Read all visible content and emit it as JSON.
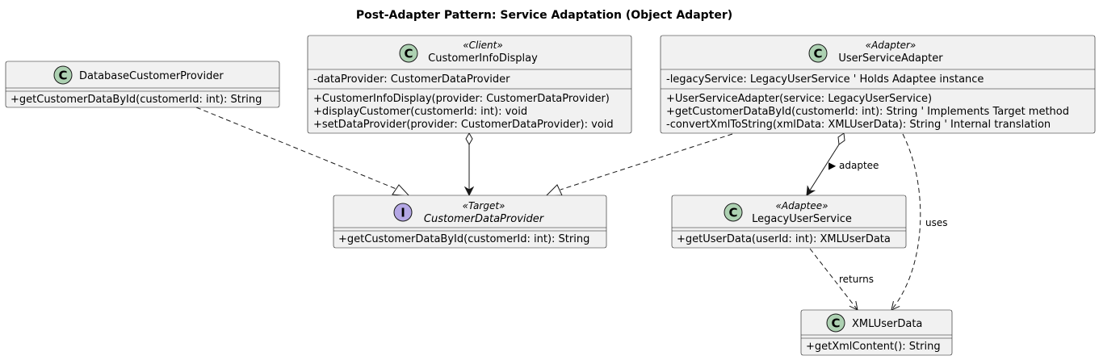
{
  "diagram": {
    "title": "Post-Adapter Pattern: Service Adaptation (Object Adapter)",
    "classes": {
      "database_customer_provider": {
        "name": "DatabaseCustomerProvider",
        "badge": "C",
        "methods": [
          "+getCustomerDataById(customerId: int): String"
        ]
      },
      "customer_info_display": {
        "stereotype": "«Client»",
        "name": "CustomerInfoDisplay",
        "badge": "C",
        "fields": [
          "-dataProvider: CustomerDataProvider"
        ],
        "methods": [
          "+CustomerInfoDisplay(provider: CustomerDataProvider)",
          "+displayCustomer(customerId: int): void",
          "+setDataProvider(provider: CustomerDataProvider): void"
        ]
      },
      "user_service_adapter": {
        "stereotype": "«Adapter»",
        "name": "UserServiceAdapter",
        "badge": "C",
        "fields": [
          "-legacyService: LegacyUserService ' Holds Adaptee instance"
        ],
        "methods": [
          "+UserServiceAdapter(service: LegacyUserService)",
          "+getCustomerDataById(customerId: int): String ' Implements Target method",
          "-convertXmlToString(xmlData: XMLUserData): String ' Internal translation"
        ]
      },
      "customer_data_provider": {
        "stereotype": "«Target»",
        "name": "CustomerDataProvider",
        "badge": "I",
        "methods": [
          "+getCustomerDataById(customerId: int): String"
        ]
      },
      "legacy_user_service": {
        "stereotype": "«Adaptee»",
        "name": "LegacyUserService",
        "badge": "C",
        "methods": [
          "+getUserData(userId: int): XMLUserData"
        ]
      },
      "xml_user_data": {
        "name": "XMLUserData",
        "badge": "C",
        "methods": [
          "+getXmlContent(): String"
        ]
      }
    },
    "edge_labels": {
      "adaptee": "adaptee",
      "adaptee_arrow": "▶",
      "uses": "uses",
      "returns": "returns"
    }
  }
}
